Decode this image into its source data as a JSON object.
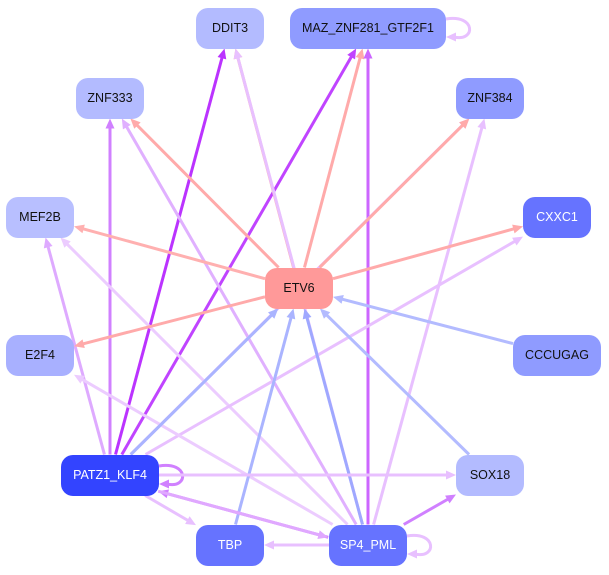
{
  "nodes": [
    {
      "id": "DDIT3",
      "label": "DDIT3",
      "color": "#b3bbff",
      "text_color": "#111111"
    },
    {
      "id": "MAZ",
      "label": "MAZ_ZNF281_GTF2F1",
      "color": "#8f9bff",
      "text_color": "#111111"
    },
    {
      "id": "ZNF333",
      "label": "ZNF333",
      "color": "#b3bbff",
      "text_color": "#111111"
    },
    {
      "id": "ZNF384",
      "label": "ZNF384",
      "color": "#8f9bff",
      "text_color": "#111111"
    },
    {
      "id": "MEF2B",
      "label": "MEF2B",
      "color": "#b8bfff",
      "text_color": "#111111"
    },
    {
      "id": "CXXC1",
      "label": "CXXC1",
      "color": "#6673ff",
      "text_color": "#ffffff"
    },
    {
      "id": "ETV6",
      "label": "ETV6",
      "color": "#ff9999",
      "text_color": "#111111"
    },
    {
      "id": "E2F4",
      "label": "E2F4",
      "color": "#a8b0ff",
      "text_color": "#111111"
    },
    {
      "id": "CCCUGAG",
      "label": "CCCUGAG",
      "color": "#8f9bff",
      "text_color": "#111111"
    },
    {
      "id": "PATZ1",
      "label": "PATZ1_KLF4",
      "color": "#3344ff",
      "text_color": "#ffffff"
    },
    {
      "id": "SOX18",
      "label": "SOX18",
      "color": "#b3bbff",
      "text_color": "#111111"
    },
    {
      "id": "TBP",
      "label": "TBP",
      "color": "#6673ff",
      "text_color": "#ffffff"
    },
    {
      "id": "SP4",
      "label": "SP4_PML",
      "color": "#6673ff",
      "text_color": "#ffffff"
    }
  ],
  "edges": [
    {
      "source": "PATZ1",
      "target": "DDIT3",
      "color": "#bb33ff"
    },
    {
      "source": "PATZ1",
      "target": "MAZ",
      "color": "#c044ff"
    },
    {
      "source": "ETV6",
      "target": "DDIT3",
      "color": "#ffaaaa"
    },
    {
      "source": "SP4",
      "target": "DDIT3",
      "color": "#e8c0ff"
    },
    {
      "source": "ETV6",
      "target": "MAZ",
      "color": "#ffaaaa"
    },
    {
      "source": "SP4",
      "target": "MAZ",
      "color": "#cc66ff"
    },
    {
      "source": "MAZ",
      "target": "MAZ",
      "color": "#e8c0ff"
    },
    {
      "source": "PATZ1",
      "target": "ZNF333",
      "color": "#d080ff"
    },
    {
      "source": "SP4",
      "target": "ZNF333",
      "color": "#e0b0ff"
    },
    {
      "source": "ETV6",
      "target": "ZNF333",
      "color": "#ffaaaa"
    },
    {
      "source": "PATZ1",
      "target": "ZNF384",
      "color": "#e6b8ff"
    },
    {
      "source": "ETV6",
      "target": "ZNF384",
      "color": "#ffaaaa"
    },
    {
      "source": "SP4",
      "target": "ZNF384",
      "color": "#e8c0ff"
    },
    {
      "source": "ETV6",
      "target": "MEF2B",
      "color": "#ffb0b0"
    },
    {
      "source": "PATZ1",
      "target": "MEF2B",
      "color": "#deaaff"
    },
    {
      "source": "SP4",
      "target": "MEF2B",
      "color": "#ecccff"
    },
    {
      "source": "ETV6",
      "target": "CXXC1",
      "color": "#ffaaaa"
    },
    {
      "source": "PATZ1",
      "target": "CXXC1",
      "color": "#e8c0ff"
    },
    {
      "source": "ETV6",
      "target": "E2F4",
      "color": "#ffaaaa"
    },
    {
      "source": "SP4",
      "target": "E2F4",
      "color": "#ecccff"
    },
    {
      "source": "CCCUGAG",
      "target": "ETV6",
      "color": "#b3bbff"
    },
    {
      "source": "PATZ1",
      "target": "ETV6",
      "color": "#aab4ff"
    },
    {
      "source": "TBP",
      "target": "ETV6",
      "color": "#aab4ff"
    },
    {
      "source": "SP4",
      "target": "ETV6",
      "color": "#9fa8ff"
    },
    {
      "source": "SOX18",
      "target": "ETV6",
      "color": "#b3bbff"
    },
    {
      "source": "PATZ1",
      "target": "PATZ1",
      "color": "#d080ff"
    },
    {
      "source": "PATZ1",
      "target": "SOX18",
      "color": "#e8c0ff"
    },
    {
      "source": "SP4",
      "target": "PATZ1",
      "color": "#d080ff"
    },
    {
      "source": "PATZ1",
      "target": "SP4",
      "color": "#e0a8ff"
    },
    {
      "source": "PATZ1",
      "target": "TBP",
      "color": "#e8c0ff"
    },
    {
      "source": "SP4",
      "target": "TBP",
      "color": "#e8c0ff"
    },
    {
      "source": "SP4",
      "target": "SOX18",
      "color": "#d080ff"
    },
    {
      "source": "SP4",
      "target": "SP4",
      "color": "#e8c0ff"
    }
  ]
}
